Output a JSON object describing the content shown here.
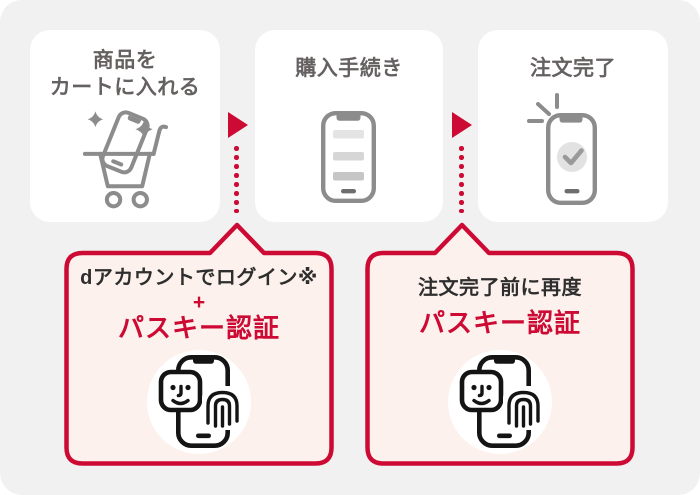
{
  "colors": {
    "page_bg": "#ffffff",
    "panel_bg": "#f1f1f1",
    "card_bg": "#ffffff",
    "accent_red": "#cc0a33",
    "callout_bg": "#fdf1ed",
    "step_title_text": "#666161",
    "callout_text": "#2e2e2e",
    "icon_gray": "#8c8c8c",
    "icon_black": "#141414"
  },
  "steps": [
    {
      "label_lines": [
        "商品を",
        "カートに入れる"
      ],
      "icon": "cart-with-phone-icon"
    },
    {
      "label_lines": [
        "購入手続き"
      ],
      "icon": "checkout-phone-icon"
    },
    {
      "label_lines": [
        "注文完了"
      ],
      "icon": "order-complete-phone-icon"
    }
  ],
  "callouts": [
    {
      "line1": "dアカウントでログイン※",
      "plus": "+",
      "highlight": "パスキー認証",
      "icon": "biometric-auth-icon"
    },
    {
      "line1": "注文完了前に再度",
      "highlight": "パスキー認証",
      "icon": "biometric-auth-icon"
    }
  ]
}
